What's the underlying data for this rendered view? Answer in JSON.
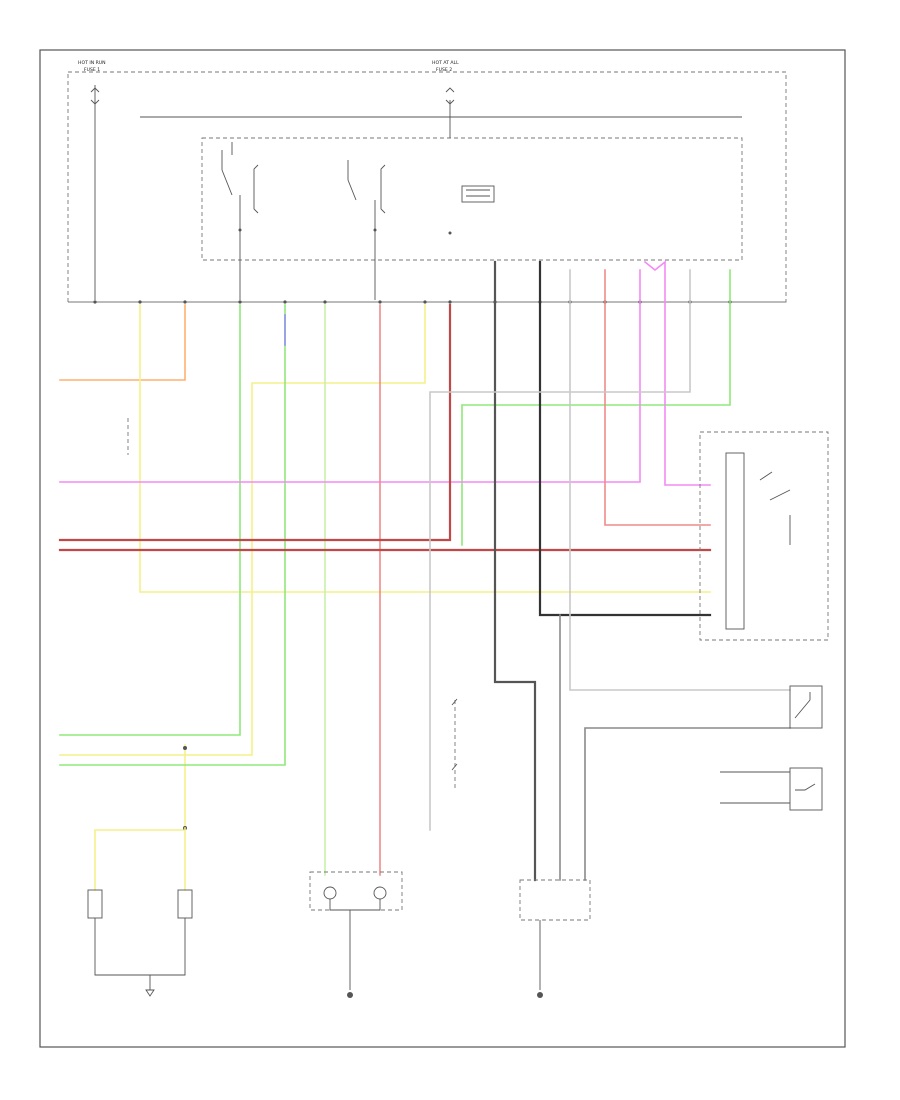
{
  "colors": {
    "orange": "#ffb070",
    "yellow": "#f4f08a",
    "green": "#8fe87a",
    "lightgreen": "#c8f0a8",
    "pink": "#f48af4",
    "red": "#f08a8a",
    "darkred": "#c04848",
    "blue": "#9090f0",
    "black": "#333333",
    "gray": "#8a8a8a",
    "lightgray": "#c8c8c8"
  },
  "icons": [
    "ground-icon",
    "lamp-icon",
    "switch-icon",
    "relay-icon",
    "connector-pin-icon"
  ],
  "sheet": {
    "page_number": ""
  },
  "switch_block": {
    "left_header": "HOT IN RUN",
    "left_header_fuse": "FUSE 1",
    "center_header": "HOT AT ALL",
    "center_header_fuse": "FUSE 2",
    "right_header": "",
    "left_fuse_label": "",
    "center_fuse_label": "",
    "relay_label": "",
    "left_turn_label": "",
    "right_turn_label": "",
    "hazard_label": "",
    "left_turn_switch_label": "",
    "right_turn_switch_label": "",
    "flasher_label": ""
  },
  "wire_labels": {
    "orange": "",
    "yellow_top": "",
    "green_top": "",
    "pink": "",
    "red": "",
    "darkred": "",
    "yellow_mid": "",
    "black_mid": "",
    "yellow_bottom": "",
    "lightgreen_bottom": ""
  },
  "components": {
    "indicator_cluster_left": "",
    "indicator_cluster_center": "",
    "combination_switch": "",
    "hazard_switch": "",
    "flasher_unit": "",
    "front_left_lamp": "",
    "front_left_side_lamp": "",
    "rear_left_lamp": "",
    "rear_left_stop_lamp": "",
    "rear_right_lamp": "",
    "rear_lamp_label": "",
    "door_switch": "",
    "brake_switch": "",
    "brake_switch_label": ""
  },
  "grounds": {
    "ground_left": "",
    "ground_center": "",
    "ground_right": ""
  }
}
